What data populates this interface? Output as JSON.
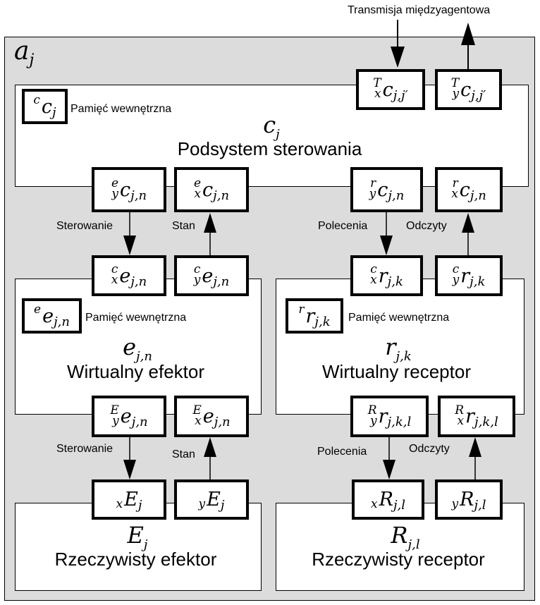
{
  "top_label": "Transmisja międzyagentowa",
  "agent": {
    "symbol": "a",
    "sub": "j"
  },
  "control": {
    "symbol": "c",
    "sub": "j",
    "title": "Podsystem sterowania",
    "memory": {
      "pre_top": "c",
      "pre_bot": "",
      "main": "c",
      "sub": "j",
      "label": "Pamięć wewnętrzna"
    },
    "boxes": {
      "tx": {
        "pre_top": "T",
        "pre_bot": "x",
        "main": "c",
        "sub": "j,j′"
      },
      "ty": {
        "pre_top": "T",
        "pre_bot": "y",
        "main": "c",
        "sub": "j,j′"
      },
      "ey": {
        "pre_top": "e",
        "pre_bot": "y",
        "main": "c",
        "sub": "j,n"
      },
      "ex": {
        "pre_top": "e",
        "pre_bot": "x",
        "main": "c",
        "sub": "j,n"
      },
      "ry": {
        "pre_top": "r",
        "pre_bot": "y",
        "main": "c",
        "sub": "j,n"
      },
      "rx": {
        "pre_top": "r",
        "pre_bot": "x",
        "main": "c",
        "sub": "j,n"
      }
    }
  },
  "arrow_labels": {
    "sterowanie1": "Sterowanie",
    "stan1": "Stan",
    "polecenia1": "Polecenia",
    "odczyty1": "Odczyty",
    "sterowanie2": "Sterowanie",
    "stan2": "Stan",
    "polecenia2": "Polecenia",
    "odczyty2": "Odczyty"
  },
  "virtual_effector": {
    "symbol": "e",
    "sub": "j,n",
    "title": "Wirtualny efektor",
    "memory": {
      "pre_top": "e",
      "pre_bot": "",
      "main": "e",
      "sub": "j,n",
      "label": "Pamięć wewnętrzna"
    },
    "boxes": {
      "cx": {
        "pre_top": "c",
        "pre_bot": "x",
        "main": "e",
        "sub": "j,n"
      },
      "cy": {
        "pre_top": "c",
        "pre_bot": "y",
        "main": "e",
        "sub": "j,n"
      },
      "Ey": {
        "pre_top": "E",
        "pre_bot": "y",
        "main": "e",
        "sub": "j,n"
      },
      "Ex": {
        "pre_top": "E",
        "pre_bot": "x",
        "main": "e",
        "sub": "j,n"
      }
    }
  },
  "virtual_receptor": {
    "symbol": "r",
    "sub": "j,k",
    "title": "Wirtualny receptor",
    "memory": {
      "pre_top": "r",
      "pre_bot": "",
      "main": "r",
      "sub": "j,k",
      "label": "Pamięć wewnętrzna"
    },
    "boxes": {
      "cx": {
        "pre_top": "c",
        "pre_bot": "x",
        "main": "r",
        "sub": "j,k"
      },
      "cy": {
        "pre_top": "c",
        "pre_bot": "y",
        "main": "r",
        "sub": "j,k"
      },
      "Ry": {
        "pre_top": "R",
        "pre_bot": "y",
        "main": "r",
        "sub": "j,k,l"
      },
      "Rx": {
        "pre_top": "R",
        "pre_bot": "x",
        "main": "r",
        "sub": "j,k,l"
      }
    }
  },
  "real_effector": {
    "symbol": "E",
    "sub": "j",
    "title": "Rzeczywisty efektor",
    "boxes": {
      "x": {
        "pre_top": "",
        "pre_bot": "x",
        "main": "E",
        "sub": "j"
      },
      "y": {
        "pre_top": "",
        "pre_bot": "y",
        "main": "E",
        "sub": "j"
      }
    }
  },
  "real_receptor": {
    "symbol": "R",
    "sub": "j,l",
    "title": "Rzeczywisty receptor",
    "boxes": {
      "x": {
        "pre_top": "",
        "pre_bot": "x",
        "main": "R",
        "sub": "j,l"
      },
      "y": {
        "pre_top": "",
        "pre_bot": "y",
        "main": "R",
        "sub": "j,l"
      }
    }
  }
}
